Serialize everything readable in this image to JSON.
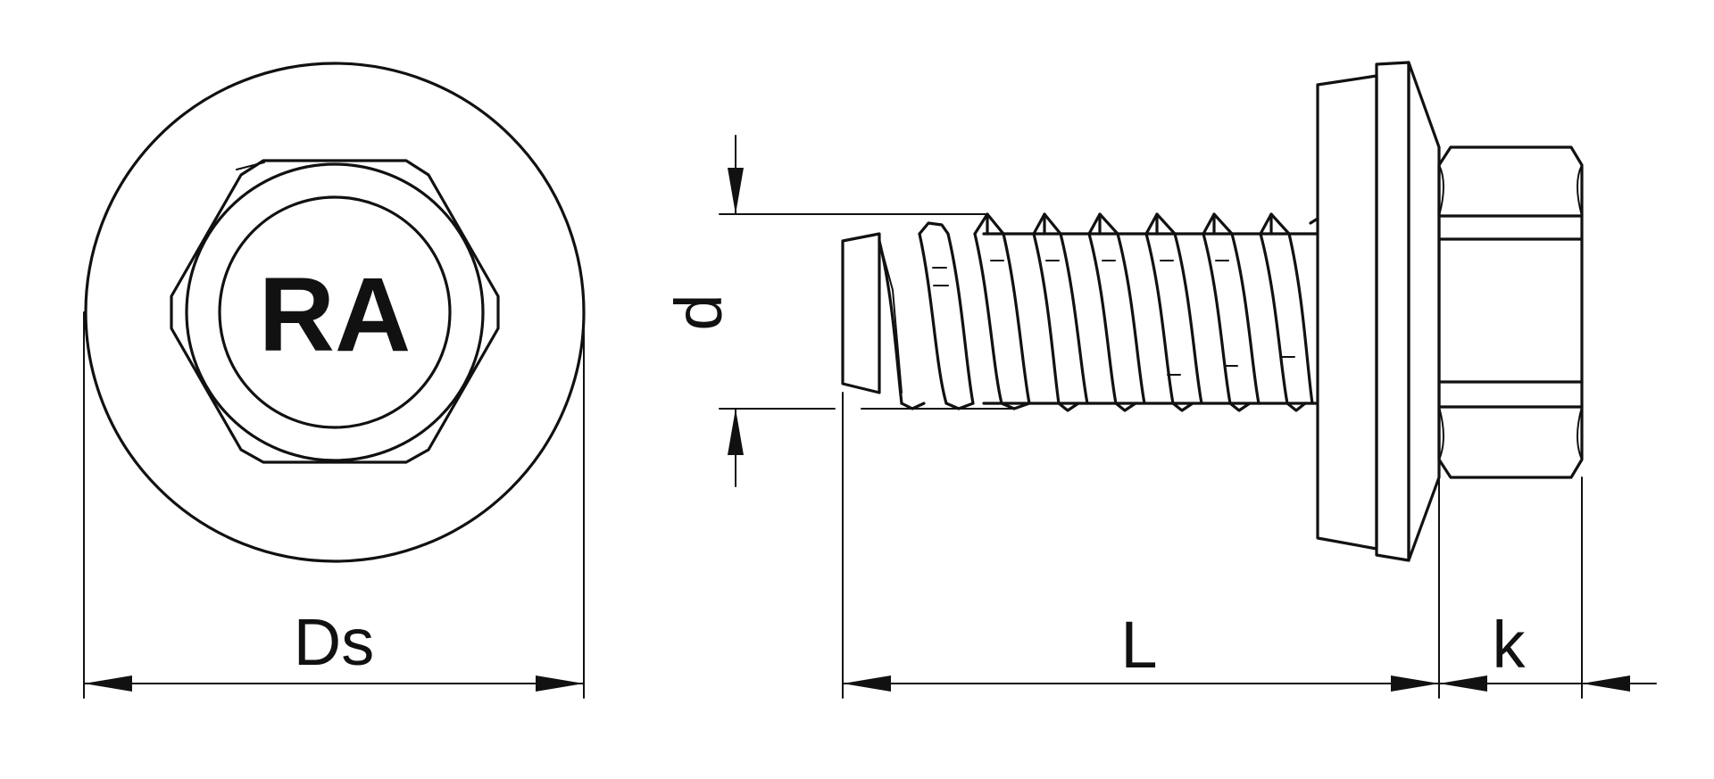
{
  "head_marking": "RA",
  "dimensions": {
    "diameter_washer": "Ds",
    "thread_diameter": "d",
    "length": "L",
    "head_height": "k"
  }
}
